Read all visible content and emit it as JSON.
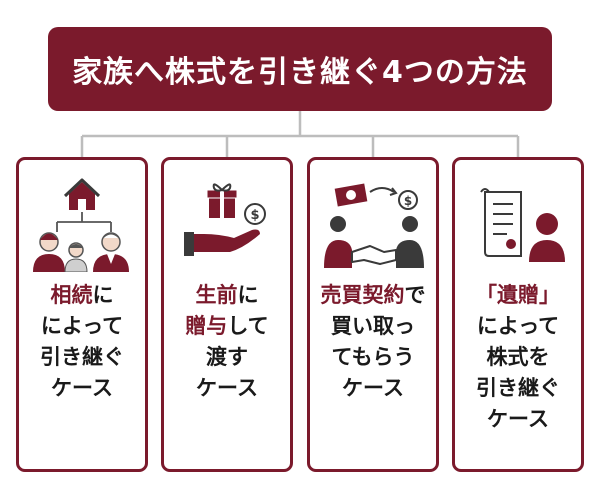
{
  "title": "家族へ株式を引き継ぐ4つの方法",
  "colors": {
    "accent": "#7b1a2c",
    "connector": "#bdbdbd",
    "text": "#1a1a1a"
  },
  "cards": [
    {
      "icons": [
        "house-icon",
        "family-tree-icon"
      ],
      "lines": [
        {
          "hl": "相続",
          "rest": "に"
        },
        {
          "hl": "",
          "rest": "によって"
        },
        {
          "hl": "",
          "rest": "引き継ぐ"
        },
        {
          "hl": "",
          "rest": "ケース"
        }
      ]
    },
    {
      "icons": [
        "gift-box-icon",
        "hand-with-coin-icon"
      ],
      "lines": [
        {
          "hl": "生前",
          "rest": "に"
        },
        {
          "hl": "贈与",
          "rest": "して"
        },
        {
          "hl": "",
          "rest": "渡す"
        },
        {
          "hl": "",
          "rest": "ケース"
        }
      ]
    },
    {
      "icons": [
        "money-exchange-icon",
        "handshake-icon"
      ],
      "lines": [
        {
          "hl": "売買契約",
          "rest": "で"
        },
        {
          "hl": "",
          "rest": "買い取っ"
        },
        {
          "hl": "",
          "rest": "てもらう"
        },
        {
          "hl": "",
          "rest": "ケース"
        }
      ]
    },
    {
      "icons": [
        "will-scroll-icon",
        "person-icon"
      ],
      "lines": [
        {
          "hl": "「遺贈」",
          "rest": ""
        },
        {
          "hl": "",
          "rest": "によって"
        },
        {
          "hl": "",
          "rest": "株式を"
        },
        {
          "hl": "",
          "rest": "引き継ぐ"
        },
        {
          "hl": "",
          "rest": "ケース"
        }
      ]
    }
  ]
}
